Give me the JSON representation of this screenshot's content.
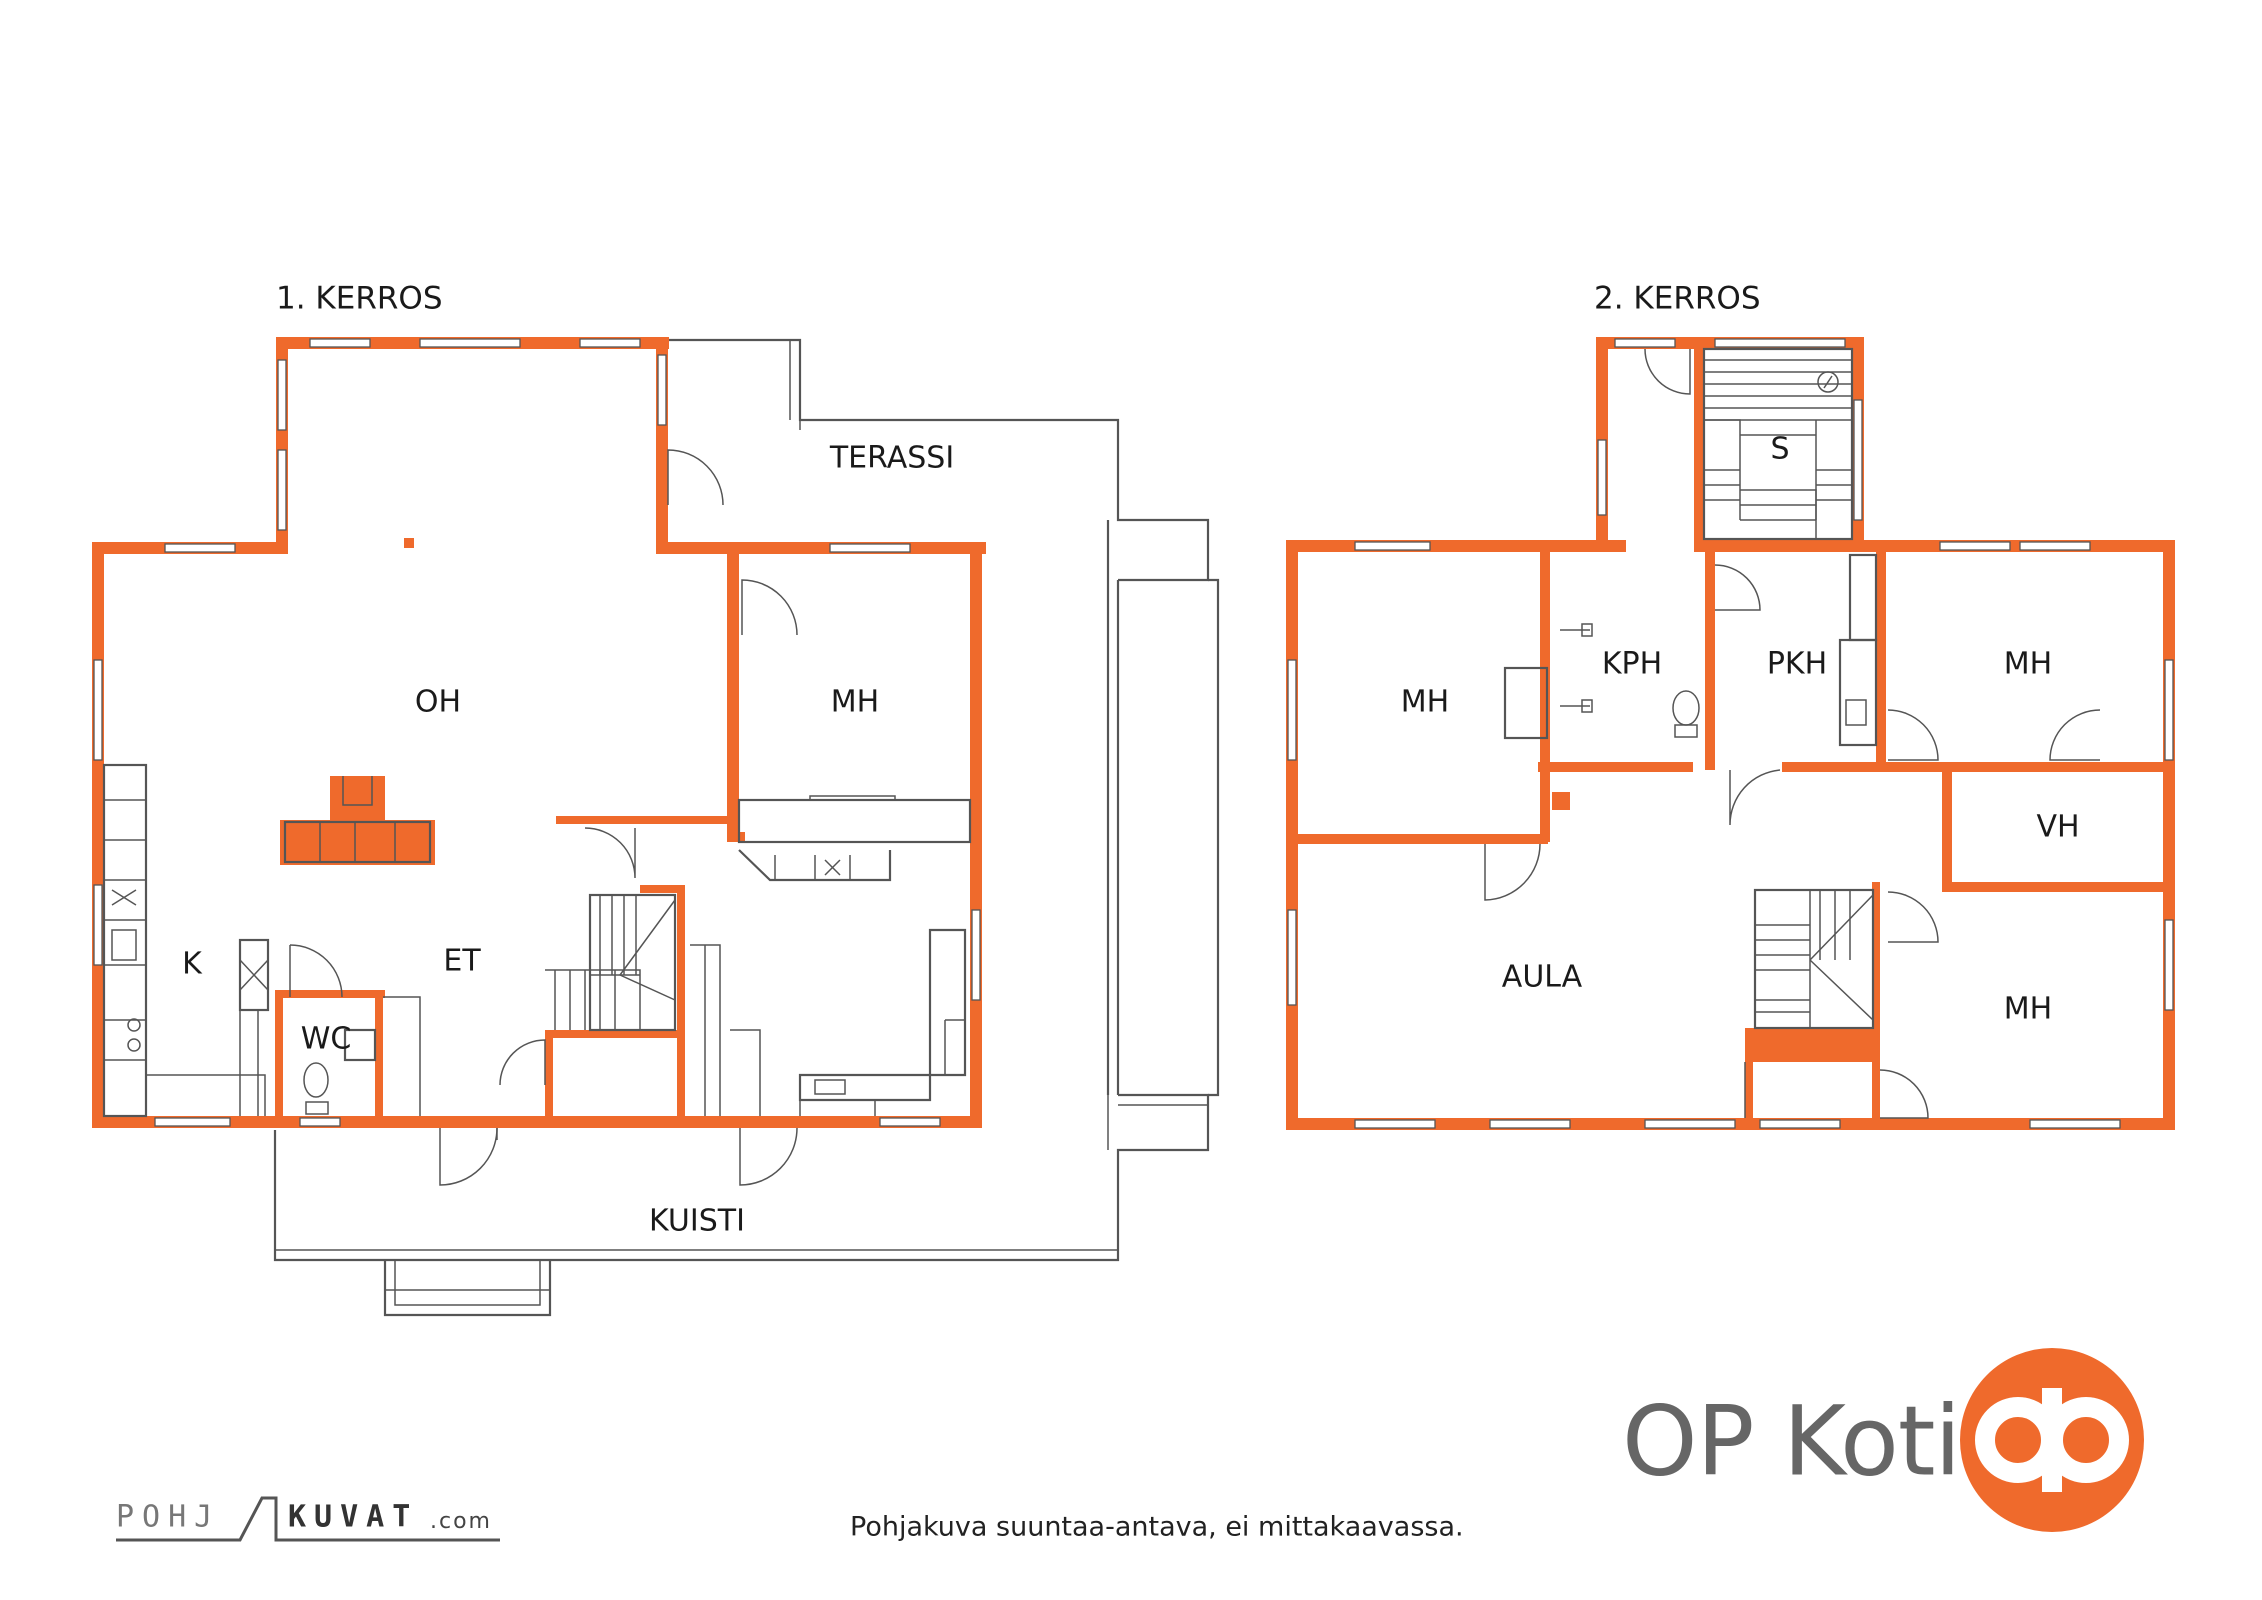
{
  "floors": [
    {
      "title": "1. KERROS",
      "rooms": [
        "OH",
        "MH",
        "TERASSI",
        "K",
        "ET",
        "WC",
        "KUISTI"
      ]
    },
    {
      "title": "2. KERROS",
      "rooms": [
        "S",
        "MH",
        "KPH",
        "PKH",
        "MH",
        "VH",
        "AULA",
        "MH"
      ]
    }
  ],
  "brand": {
    "name": "OP Koti",
    "color": "#ef6a2c",
    "text_color": "#666666"
  },
  "credit": {
    "part1": "POHJ",
    "part2": "KUVAT",
    "part3": ".com"
  },
  "footnote": "Pohjakuva suuntaa-antava, ei mittakaavassa.",
  "colors": {
    "wall": "#ef6a2c",
    "line": "#555555"
  }
}
